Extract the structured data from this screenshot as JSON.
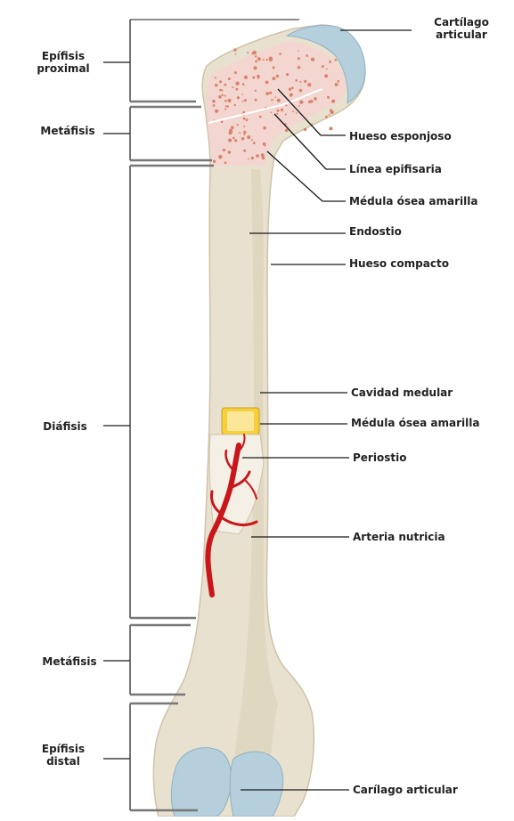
{
  "regions_left": [
    {
      "id": "epifisis-proximal",
      "line1": "Epífisis",
      "line2": "proximal"
    },
    {
      "id": "metafisis-proximal",
      "line1": "Metáfisis",
      "line2": ""
    },
    {
      "id": "diafisis",
      "line1": "Diáfisis",
      "line2": ""
    },
    {
      "id": "metafisis-distal",
      "line1": "Metáfisis",
      "line2": ""
    },
    {
      "id": "epifisis-distal",
      "line1": "Epífisis",
      "line2": "distal"
    }
  ],
  "labels_right": [
    {
      "id": "cartilago-articular-top",
      "line1": "Cartílago",
      "line2": "articular"
    },
    {
      "id": "hueso-esponjoso",
      "line1": "Hueso esponjoso",
      "line2": ""
    },
    {
      "id": "linea-epifisaria",
      "line1": "Línea epifisaria",
      "line2": ""
    },
    {
      "id": "medula-osea-amarilla-top",
      "line1": "Médula ósea amarilla",
      "line2": ""
    },
    {
      "id": "endostio",
      "line1": "Endostio",
      "line2": ""
    },
    {
      "id": "hueso-compacto",
      "line1": "Hueso compacto",
      "line2": ""
    },
    {
      "id": "cavidad-medular",
      "line1": "Cavidad medular",
      "line2": ""
    },
    {
      "id": "medula-osea-amarilla-mid",
      "line1": "Médula ósea amarilla",
      "line2": ""
    },
    {
      "id": "periostio",
      "line1": "Periostio",
      "line2": ""
    },
    {
      "id": "arteria-nutricia",
      "line1": "Arteria nutricia",
      "line2": ""
    },
    {
      "id": "cartilago-articular-bottom",
      "line1": "Carílago articular",
      "line2": ""
    }
  ],
  "colors": {
    "bone": "#e9e1cf",
    "bone_shadow": "#d9cfb6",
    "bone_outline": "#cfc3a8",
    "spongy_fill": "#f3d6cf",
    "spongy_dot": "#d9836f",
    "cartilage": "#b6cfdc",
    "cartilage_dark": "#8fb1c4",
    "marrow_yellow": "#f6cf3a",
    "marrow_light": "#fbe79a",
    "artery": "#c8161b",
    "line": "#1a1a1a",
    "bracket": "#777777"
  }
}
